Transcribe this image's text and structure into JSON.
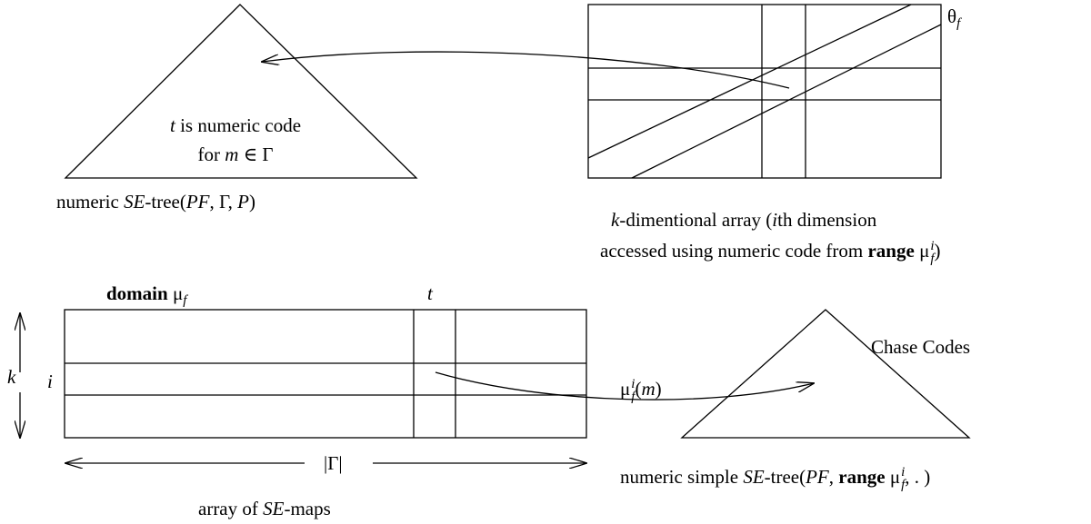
{
  "figure": {
    "tree_top_caption": {
      "a": "numeric ",
      "b": "SE",
      "c": "-tree(",
      "d": "PF",
      "e": ", Γ, ",
      "f": "P",
      "g": ")"
    },
    "tree_top_inner": {
      "line1_t": "t",
      "line1_rest": " is numeric code",
      "line2_for": "for ",
      "line2_m": "m",
      "line2_rest": " ∈ Γ"
    },
    "theta_label": {
      "sym": "θ",
      "sub": "f"
    },
    "array_caption": {
      "line1_k": "k",
      "line1_a": "-dimentional array (",
      "line1_i": "i",
      "line1_b": "th dimension",
      "line2_a": "accessed using numeric code from ",
      "line2_range": "range",
      "line2_mu": " μ",
      "line2_sup": "i",
      "line2_sub": "f",
      "line2_close": ")"
    },
    "domain_label": {
      "word": "domain",
      "mu": " μ",
      "sub": "f"
    },
    "t_label": "t",
    "k_label": "k",
    "i_label": "i",
    "gamma_label": "|Γ|",
    "maps_caption": {
      "a": "array of ",
      "b": "SE",
      "c": "-maps"
    },
    "mu_label": {
      "mu": "μ",
      "sup": "i",
      "sub": "f",
      "paren_open": "(",
      "m": "m",
      "paren_close": ")"
    },
    "chase_label": "Chase Codes",
    "tree_bottom_caption": {
      "a": "numeric simple ",
      "b": "SE",
      "c": "-tree(",
      "d": "PF",
      "e": ", ",
      "range": "range",
      "mu": " μ",
      "sup": "i",
      "sub": "f",
      "rest": ", . )"
    }
  }
}
